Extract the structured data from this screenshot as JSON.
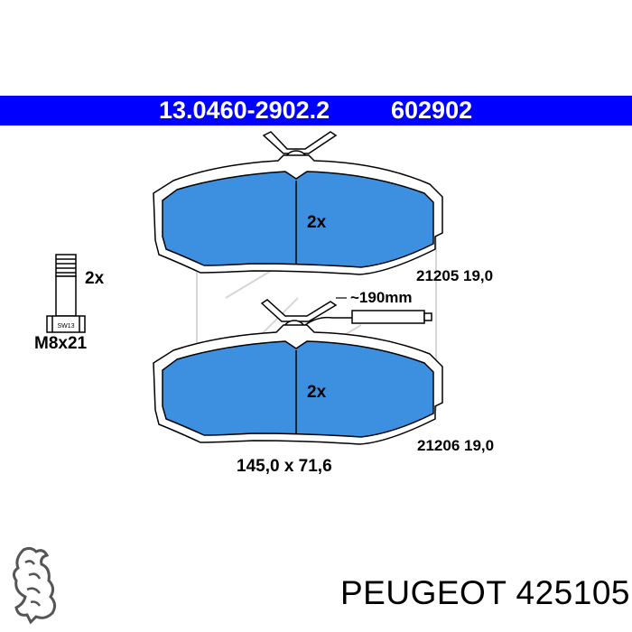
{
  "header": {
    "part_number": "13.0460-2902.2",
    "ref_number": "602902"
  },
  "labels": {
    "upper_pad_qty": "2x",
    "upper_pad_ref": "21205 19,0",
    "lower_pad_qty": "2x",
    "lower_pad_ref": "21206 19,0",
    "sensor_length": "~190mm",
    "dimensions": "145,0 x 71,6",
    "bolt_qty": "2x",
    "bolt_size": "M8x21",
    "bolt_wrench": "SW13"
  },
  "brand": {
    "name": "PEUGEOT 425105"
  },
  "colors": {
    "banner": "#0000ff",
    "pad_fill": "#3d8fe0",
    "outline": "#000000"
  }
}
